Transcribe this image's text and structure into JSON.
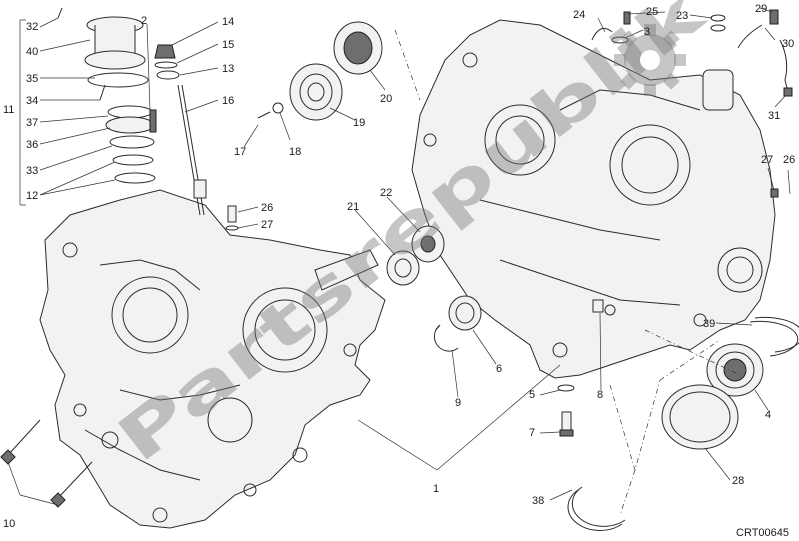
{
  "diagram_code": "CRT00645",
  "watermark": "Partsrepublik",
  "callouts": [
    {
      "id": "c32",
      "label": "32"
    },
    {
      "id": "c40",
      "label": "40"
    },
    {
      "id": "c35",
      "label": "35"
    },
    {
      "id": "c34",
      "label": "34"
    },
    {
      "id": "c37",
      "label": "37"
    },
    {
      "id": "c36",
      "label": "36"
    },
    {
      "id": "c33",
      "label": "33"
    },
    {
      "id": "c12",
      "label": "12"
    },
    {
      "id": "c11",
      "label": "11"
    },
    {
      "id": "c2",
      "label": "2"
    },
    {
      "id": "c14",
      "label": "14"
    },
    {
      "id": "c15",
      "label": "15"
    },
    {
      "id": "c13",
      "label": "13"
    },
    {
      "id": "c16",
      "label": "16"
    },
    {
      "id": "c17",
      "label": "17"
    },
    {
      "id": "c18",
      "label": "18"
    },
    {
      "id": "c19",
      "label": "19"
    },
    {
      "id": "c20",
      "label": "20"
    },
    {
      "id": "c26a",
      "label": "26"
    },
    {
      "id": "c27a",
      "label": "27"
    },
    {
      "id": "c21",
      "label": "21"
    },
    {
      "id": "c22",
      "label": "22"
    },
    {
      "id": "c24",
      "label": "24"
    },
    {
      "id": "c25",
      "label": "25"
    },
    {
      "id": "c3",
      "label": "3"
    },
    {
      "id": "c23",
      "label": "23"
    },
    {
      "id": "c29",
      "label": "29"
    },
    {
      "id": "c30",
      "label": "30"
    },
    {
      "id": "c31",
      "label": "31"
    },
    {
      "id": "c27b",
      "label": "27"
    },
    {
      "id": "c26b",
      "label": "26"
    },
    {
      "id": "c39",
      "label": "39"
    },
    {
      "id": "c4",
      "label": "4"
    },
    {
      "id": "c28",
      "label": "28"
    },
    {
      "id": "c38",
      "label": "38"
    },
    {
      "id": "c6",
      "label": "6"
    },
    {
      "id": "c9",
      "label": "9"
    },
    {
      "id": "c5",
      "label": "5"
    },
    {
      "id": "c7",
      "label": "7"
    },
    {
      "id": "c8",
      "label": "8"
    },
    {
      "id": "c1",
      "label": "1"
    },
    {
      "id": "c10",
      "label": "10"
    }
  ]
}
